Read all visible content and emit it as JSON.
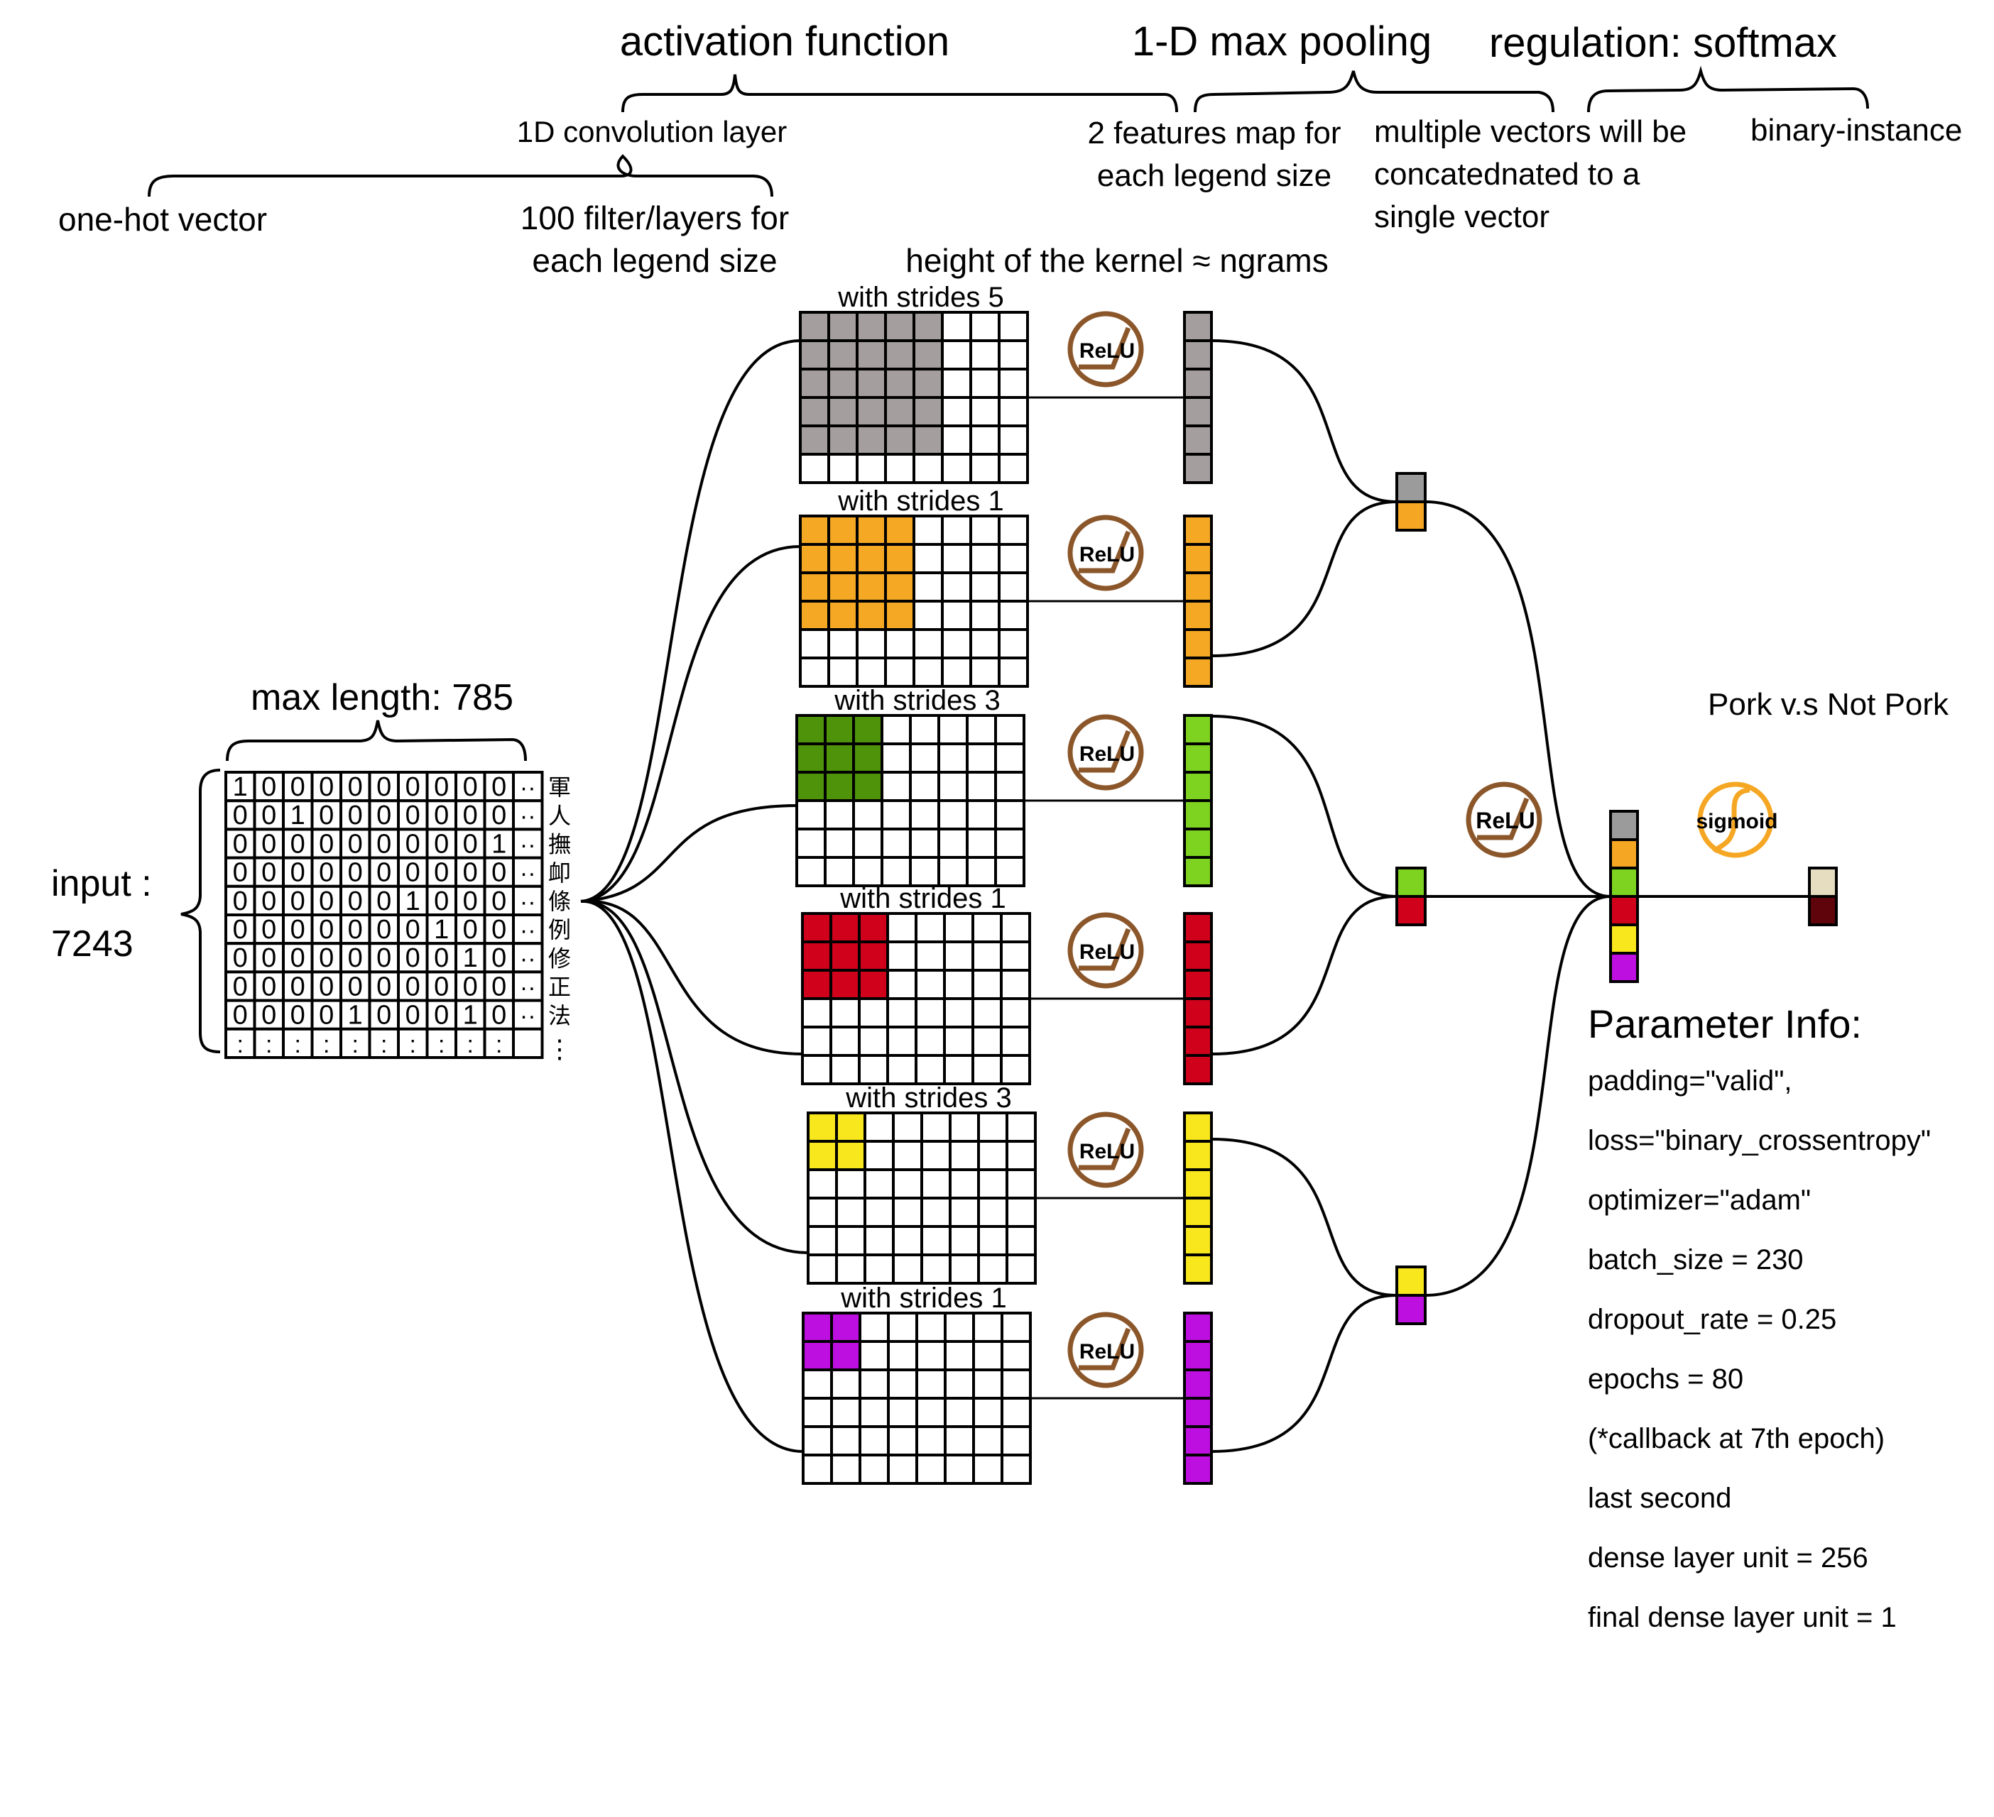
{
  "labels": {
    "activation_function": "activation function",
    "max_pooling": "1-D max pooling",
    "regulation": "regulation: softmax",
    "conv_layer": "1D convolution layer",
    "features_map_line1": "2 features map for",
    "features_map_line2": "each legend size",
    "concat_line1": "multiple vectors will be",
    "concat_line2": "concatednated to a",
    "concat_line3": "single vector",
    "binary_instance": "binary-instance",
    "one_hot": "one-hot vector",
    "filters_line1": "100  filter/layers for",
    "filters_line2": "each legend size",
    "kernel_height": "height of the kernel ≈ ngrams",
    "max_length": "max length: 785",
    "input_line1": "input :",
    "input_line2": "7243",
    "output_title": "Pork v.s  Not Pork"
  },
  "input_matrix": {
    "rows": [
      [
        "1",
        "0",
        "0",
        "0",
        "0",
        "0",
        "0",
        "0",
        "0",
        "0",
        "··"
      ],
      [
        "0",
        "0",
        "1",
        "0",
        "0",
        "0",
        "0",
        "0",
        "0",
        "0",
        "··"
      ],
      [
        "0",
        "0",
        "0",
        "0",
        "0",
        "0",
        "0",
        "0",
        "0",
        "1",
        "··"
      ],
      [
        "0",
        "0",
        "0",
        "0",
        "0",
        "0",
        "0",
        "0",
        "0",
        "0",
        "··"
      ],
      [
        "0",
        "0",
        "0",
        "0",
        "0",
        "0",
        "1",
        "0",
        "0",
        "0",
        "··"
      ],
      [
        "0",
        "0",
        "0",
        "0",
        "0",
        "0",
        "0",
        "1",
        "0",
        "0",
        "··"
      ],
      [
        "0",
        "0",
        "0",
        "0",
        "0",
        "0",
        "0",
        "0",
        "1",
        "0",
        "··"
      ],
      [
        "0",
        "0",
        "0",
        "0",
        "0",
        "0",
        "0",
        "0",
        "0",
        "0",
        "··"
      ],
      [
        "0",
        "0",
        "0",
        "0",
        "1",
        "0",
        "0",
        "0",
        "1",
        "0",
        "··"
      ],
      [
        ":",
        ":",
        ":",
        ":",
        ":",
        ":",
        ":",
        ":",
        ":",
        ":",
        ""
      ]
    ],
    "characters": [
      "軍",
      "人",
      "撫",
      "卹",
      "條",
      "例",
      "修",
      "正",
      "法"
    ],
    "char_ellipsis": "⋮"
  },
  "filters": [
    {
      "stride_label": "with strides 5",
      "kernel": 5,
      "color": "#a49e9e",
      "vector_color": "#a49e9e"
    },
    {
      "stride_label": "with strides 1",
      "kernel": 4,
      "color": "#f4a823",
      "vector_color": "#f4a823"
    },
    {
      "stride_label": "with strides 3",
      "kernel": 3,
      "color": "#4f930b",
      "vector_color": "#7ed321"
    },
    {
      "stride_label": "with strides 1",
      "kernel": 3,
      "color": "#d0021b",
      "vector_color": "#d0021b"
    },
    {
      "stride_label": "with strides 3",
      "kernel": 2,
      "color": "#f8e71c",
      "vector_color": "#f8e71c"
    },
    {
      "stride_label": "with strides 1",
      "kernel": 2,
      "color": "#bd10e0",
      "vector_color": "#bd10e0"
    }
  ],
  "pooled_pairs": [
    {
      "top": "#9b9b9b",
      "bottom": "#f5a623"
    },
    {
      "top": "#7ed321",
      "bottom": "#d0021b"
    },
    {
      "top": "#f8e71c",
      "bottom": "#bd10e0"
    }
  ],
  "concat_vector": [
    "#9b9b9b",
    "#f5a623",
    "#7ed321",
    "#d0021b",
    "#f8e71c",
    "#bd10e0"
  ],
  "output_vector": [
    "#e6dcc0",
    "#5e040a"
  ],
  "activations": {
    "relu_label": "ReLU",
    "sigmoid_label": "sigmoid",
    "relu_color": "#8b572a",
    "sigmoid_color": "#f5a623"
  },
  "parameter_info": {
    "title": "Parameter Info:",
    "lines": [
      "padding=\"valid\",",
      "loss=\"binary_crossentropy\"",
      "optimizer=\"adam\"",
      "batch_size = 230",
      "dropout_rate = 0.25",
      "epochs  = 80",
      "(*callback at 7th epoch)",
      "last second",
      "dense layer unit = 256",
      "final dense layer unit = 1"
    ]
  }
}
